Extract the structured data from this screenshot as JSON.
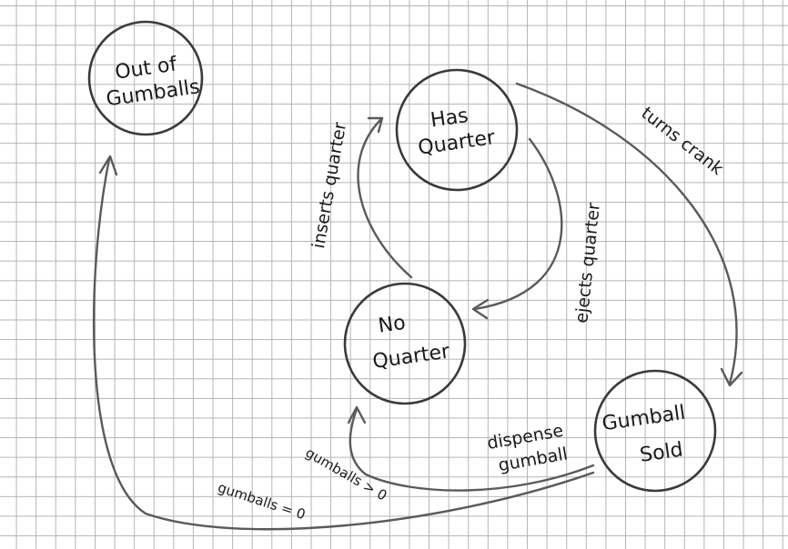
{
  "diagram": {
    "states": [
      {
        "id": "out-of-gumballs",
        "line1": "Out of",
        "line2": "Gumballs"
      },
      {
        "id": "has-quarter",
        "line1": "Has",
        "line2": "Quarter"
      },
      {
        "id": "no-quarter",
        "line1": "No",
        "line2": "Quarter"
      },
      {
        "id": "gumball-sold",
        "line1": "Gumball",
        "line2": "Sold"
      }
    ],
    "transitions": [
      {
        "id": "inserts-quarter",
        "from": "no-quarter",
        "to": "has-quarter",
        "label": "inserts quarter"
      },
      {
        "id": "ejects-quarter",
        "from": "has-quarter",
        "to": "no-quarter",
        "label": "ejects quarter"
      },
      {
        "id": "turns-crank",
        "from": "has-quarter",
        "to": "gumball-sold",
        "label": "turns crank"
      },
      {
        "id": "dispense-gumball",
        "from": "gumball-sold",
        "to": "no-quarter",
        "label_line1": "dispense",
        "label_line2": "gumball",
        "condition": "gumballs > 0"
      },
      {
        "id": "gumballs-zero",
        "from": "gumball-sold",
        "to": "out-of-gumballs",
        "condition": "gumballs = 0"
      }
    ]
  }
}
